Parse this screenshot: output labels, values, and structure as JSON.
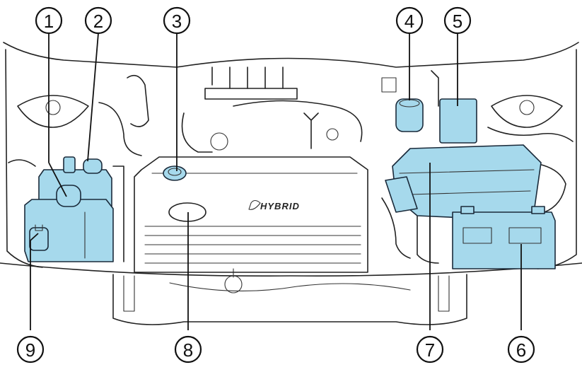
{
  "colors": {
    "highlight": "#a6d9ec",
    "line": "#222222",
    "background": "#ffffff"
  },
  "engine_logo": "HYBRID",
  "callouts": [
    {
      "id": "1",
      "label": "1"
    },
    {
      "id": "2",
      "label": "2"
    },
    {
      "id": "3",
      "label": "3"
    },
    {
      "id": "4",
      "label": "4"
    },
    {
      "id": "5",
      "label": "5"
    },
    {
      "id": "6",
      "label": "6"
    },
    {
      "id": "7",
      "label": "7"
    },
    {
      "id": "8",
      "label": "8"
    },
    {
      "id": "9",
      "label": "9"
    }
  ]
}
